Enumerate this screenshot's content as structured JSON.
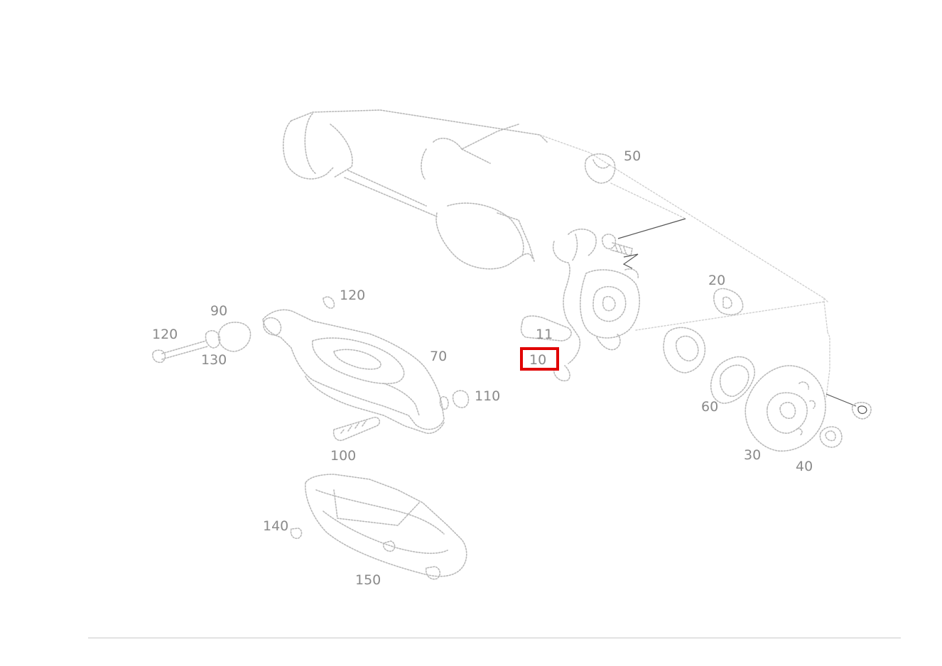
{
  "diagram": {
    "highlighted_callout": "10",
    "highlight_color": "#e00000",
    "callouts": {
      "c50": "50",
      "c20": "20",
      "c10": "10",
      "c11": "11",
      "c60": "60",
      "c30": "30",
      "c40": "40",
      "c90": "90",
      "c120": "120",
      "c130a": "120",
      "c130b": "130",
      "c70": "70",
      "c110": "110",
      "c100": "100",
      "c150": "150",
      "c140": "140"
    }
  }
}
